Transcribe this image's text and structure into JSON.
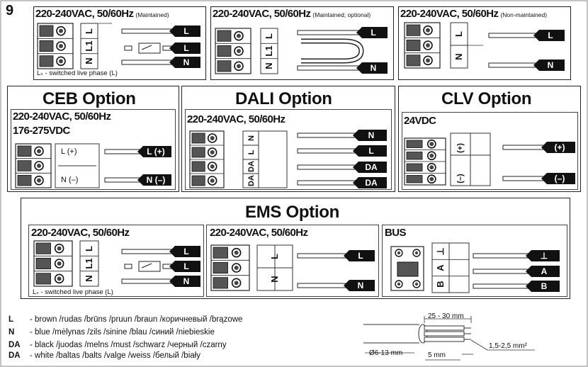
{
  "figure_number": "9",
  "top": {
    "maintained": {
      "title": "220-240VAC, 50/60Hz",
      "note": "(Maintained)",
      "labels": [
        "L",
        "L1",
        "N"
      ],
      "wires": [
        "L",
        "L",
        "N"
      ],
      "lphase_note": "Lₛ - switched live phase (L)"
    },
    "maintained_optional": {
      "title": "220-240VAC, 50/60Hz",
      "note": "(Maintained; optional)",
      "labels": [
        "L",
        "L1",
        "N"
      ],
      "wires": [
        "L",
        "L",
        "N"
      ]
    },
    "non_maintained": {
      "title": "220-240VAC, 50/60Hz",
      "note": "(Non-maintained)",
      "labels": [
        "L",
        "N"
      ],
      "wires": [
        "L",
        "N"
      ]
    }
  },
  "ceb": {
    "option": "CEB Option",
    "title": "220-240VAC, 50/60Hz",
    "subtitle": "176-275VDC",
    "labels": [
      "L (+)",
      "N (–)"
    ],
    "wires": [
      "L (+)",
      "N (–)"
    ]
  },
  "dali": {
    "option": "DALI Option",
    "title": "220-240VAC, 50/60Hz",
    "labels": [
      "N",
      "L",
      "DA",
      "DA"
    ],
    "wires": [
      "N",
      "L",
      "DA",
      "DA"
    ]
  },
  "clv": {
    "option": "CLV Option",
    "title": "24VDC",
    "labels": [
      "(+)",
      "(–)"
    ],
    "wires": [
      "(+)",
      "(–)"
    ]
  },
  "ems": {
    "option": "EMS Option",
    "left": {
      "title": "220-240VAC, 50/60Hz",
      "labels": [
        "L",
        "L1",
        "N"
      ],
      "wires": [
        "L",
        "L",
        "N"
      ],
      "lphase_note": "Lₛ - switched live phase (L)"
    },
    "middle": {
      "title": "220-240VAC, 50/60Hz",
      "labels": [
        "L",
        "N"
      ],
      "wires": [
        "L",
        "N"
      ]
    },
    "bus": {
      "title": "BUS",
      "labels": [
        "⊥",
        "A",
        "B"
      ],
      "wires": [
        "⊥",
        "A",
        "B"
      ]
    }
  },
  "legend": [
    {
      "key": "L",
      "text": "- brown /rudas /brūns /pruun /braun /коричневый /brązowe"
    },
    {
      "key": "N",
      "text": "- blue /mėlynas /zils /sinine /blau /синий /niebieskie"
    },
    {
      "key": "DA",
      "text": "- black /juodas /melns /must /schwarz /черный /czarny"
    },
    {
      "key": "DA",
      "text": "- white /baltas /balts /valge /weiss /белый /biały"
    }
  ],
  "cable": {
    "strip_length": "25 - 30 mm",
    "diameter": "Ø6-13 mm",
    "core_strip": "5 mm",
    "cross_section": "1,5-2,5 mm²"
  }
}
